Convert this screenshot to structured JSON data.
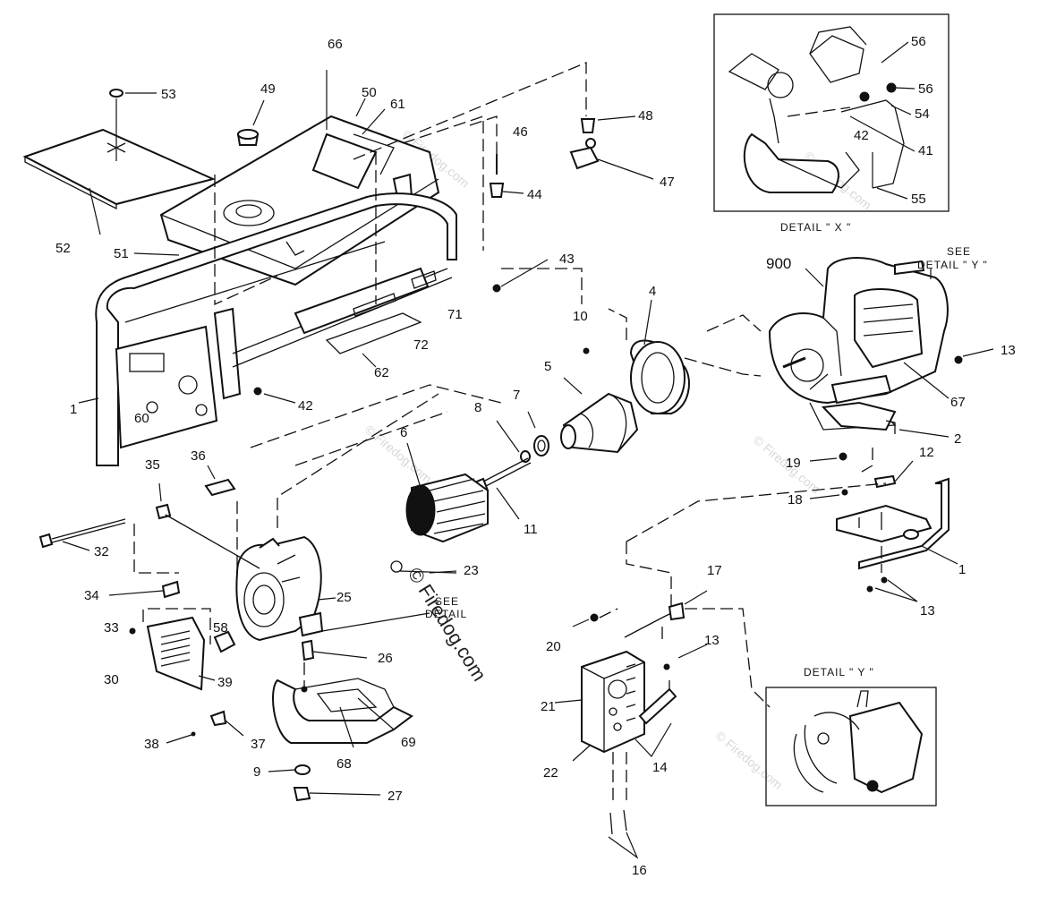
{
  "watermark": "© Firedog.com",
  "center_watermark": "© Firedog.com",
  "detail_x": {
    "caption": "DETAIL \" X \"",
    "labels": [
      "56",
      "56",
      "54",
      "41",
      "42",
      "55"
    ]
  },
  "detail_y": {
    "caption": "DETAIL \" Y \""
  },
  "see_detail_y": {
    "line1": "SEE",
    "line2": "DETAIL \" Y \""
  },
  "see_detail_x": {
    "line1": "SEE",
    "line2": "DETAIL"
  },
  "part_labels": [
    "53",
    "49",
    "66",
    "50",
    "61",
    "46",
    "48",
    "52",
    "51",
    "44",
    "47",
    "43",
    "71",
    "72",
    "62",
    "42",
    "1",
    "60",
    "900",
    "4",
    "10",
    "5",
    "13",
    "67",
    "7",
    "8",
    "6",
    "2",
    "36",
    "35",
    "11",
    "19",
    "12",
    "18",
    "32",
    "23",
    "34",
    "25",
    "33",
    "58",
    "30",
    "39",
    "26",
    "38",
    "37",
    "68",
    "69",
    "9",
    "27",
    "17",
    "20",
    "13",
    "21",
    "14",
    "22",
    "16",
    "1",
    "13"
  ],
  "icons": [
    "detail-x-inset",
    "detail-y-inset",
    "generator-frame",
    "fuel-tank",
    "engine",
    "rotor",
    "stator",
    "control-box"
  ]
}
